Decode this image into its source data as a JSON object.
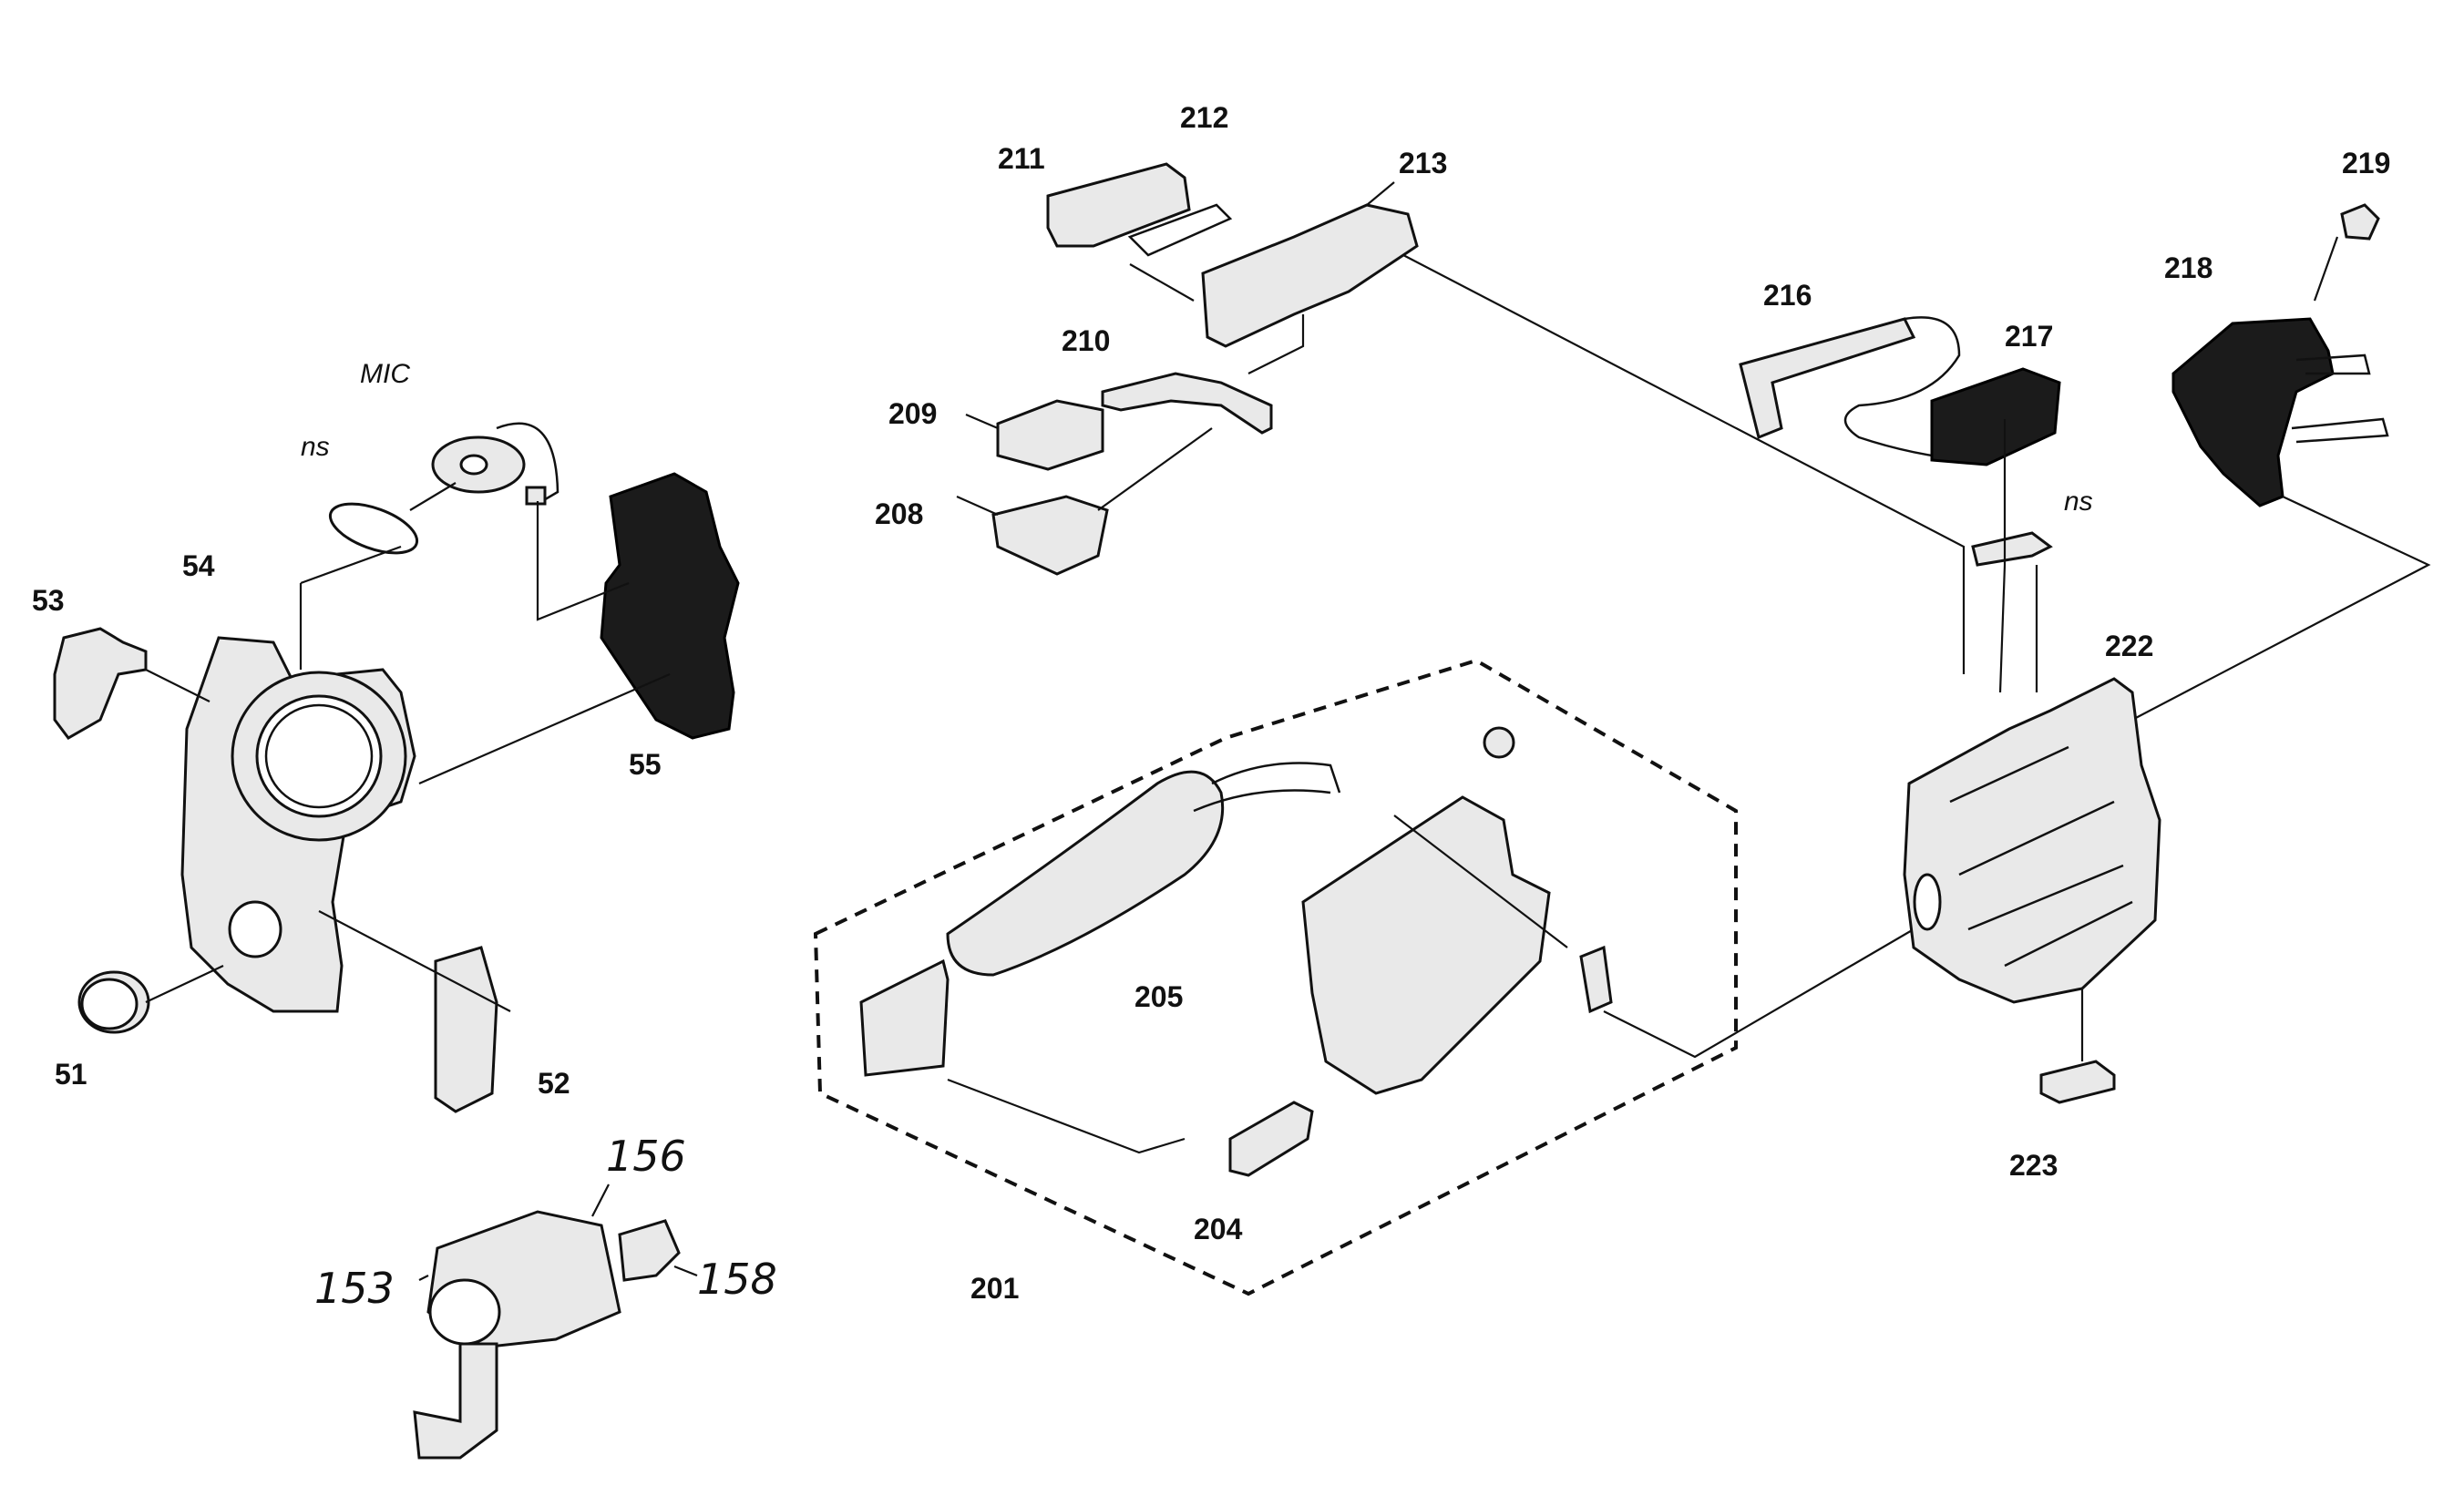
{
  "labels": {
    "p51": "51",
    "p52": "52",
    "p53": "53",
    "p54": "54",
    "p55": "55",
    "mic": "MIC",
    "ns1": "ns",
    "ns2": "ns",
    "p153": "153",
    "p156": "156",
    "p158": "158",
    "p201": "201",
    "p204": "204",
    "p205": "205",
    "p208": "208",
    "p209": "209",
    "p210": "210",
    "p211": "211",
    "p212": "212",
    "p213": "213",
    "p216": "216",
    "p217": "217",
    "p218": "218",
    "p219": "219",
    "p222": "222",
    "p223": "223"
  }
}
